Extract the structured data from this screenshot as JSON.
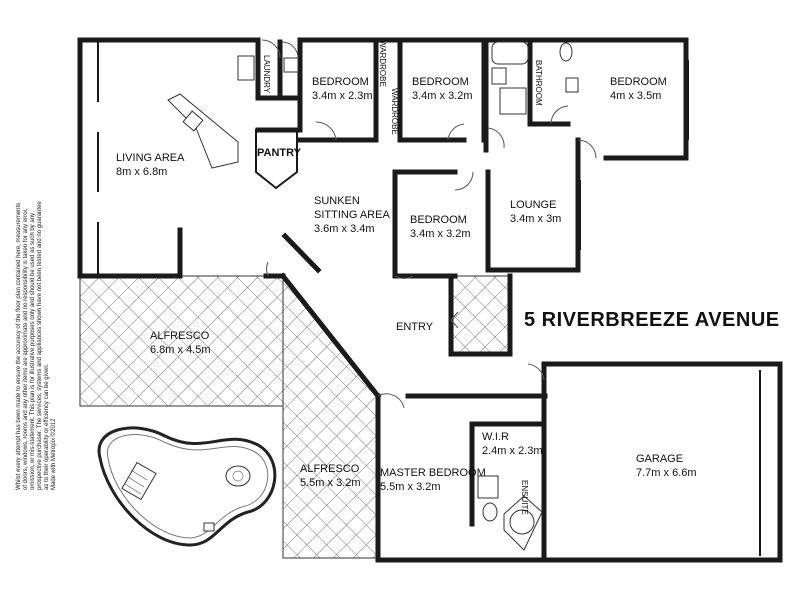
{
  "address": "5 RIVERBREEZE AVENUE",
  "rooms": {
    "living": {
      "name": "LIVING AREA",
      "size": "8m x 6.8m"
    },
    "laundry": {
      "name": "LAUNDRY"
    },
    "pantry": {
      "name": "PANTRY"
    },
    "bedroom1": {
      "name": "BEDROOM",
      "size": "3.4m x 2.3m"
    },
    "wardrobe1": {
      "name": "WARDROBE"
    },
    "wardrobe2": {
      "name": "WARDROBE"
    },
    "bedroom2": {
      "name": "BEDROOM",
      "size": "3.4m x 3.2m"
    },
    "bathroom": {
      "name": "BATHROOM"
    },
    "bedroom3": {
      "name": "BEDROOM",
      "size": "4m x 3.5m"
    },
    "sunken": {
      "name1": "SUNKEN",
      "name2": "SITTING AREA",
      "size": "3.6m x 3.4m"
    },
    "bedroom4": {
      "name": "BEDROOM",
      "size": "3.4m x 3.2m"
    },
    "lounge": {
      "name": "LOUNGE",
      "size": "3.4m x 3m"
    },
    "alfresco1": {
      "name": "ALFRESCO",
      "size": "6.8m x 4.5m"
    },
    "entry": {
      "name": "ENTRY"
    },
    "alfresco2": {
      "name": "ALFRESCO",
      "size": "5.5m x 3.2m"
    },
    "master": {
      "name": "MASTER BEDROOM",
      "size": "5.5m x 3.2m"
    },
    "wir": {
      "name": "W.I.R",
      "size": "2.4m x 2.3m"
    },
    "ensuite": {
      "name": "ENSUITE"
    },
    "garage": {
      "name": "GARAGE",
      "size": "7.7m x 6.6m"
    }
  },
  "disclaimer": {
    "line1": "Whilst every attempt has been made to ensure the accuracy of the floor plan contained here, measurements",
    "line2": "of doors, windows, rooms and any other items are approximate and no responsibility is taken for any error,",
    "line3": "omission, or mis-statement. This plan is for illustrative purposes only and should be used as such by any",
    "line4": "prospective purchaser. The services, systems and appliances shown have not been tested and no guarantee",
    "line5": "as to their operability or efficiency can be given.",
    "line6": "Made with Metropix ©2012"
  }
}
